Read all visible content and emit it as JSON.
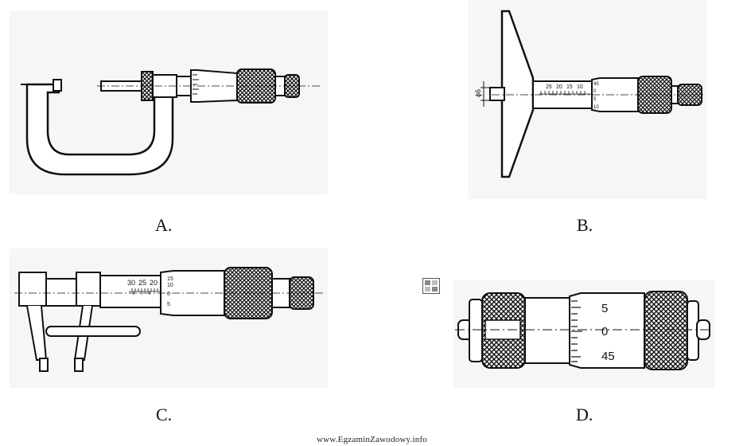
{
  "panels": [
    {
      "caption": "A."
    },
    {
      "caption": "B.",
      "dimension_label": "ϕ6",
      "sleeve_numbers": [
        "25",
        "20",
        "15",
        "10"
      ],
      "thimble_numbers": [
        "45",
        "0",
        "5",
        "10"
      ]
    },
    {
      "caption": "C.",
      "sleeve_numbers": [
        "30",
        "25",
        "20"
      ],
      "thimble_numbers": [
        "15",
        "10",
        "0",
        "5"
      ]
    },
    {
      "caption": "D.",
      "thimble_numbers": [
        "5",
        "0",
        "45"
      ]
    }
  ],
  "footer": {
    "watermark": "www.EgzaminZawodowy.info"
  },
  "colors": {
    "ink": "#111111",
    "background": "#ffffff",
    "paper_tint": "#f4f4f4"
  }
}
